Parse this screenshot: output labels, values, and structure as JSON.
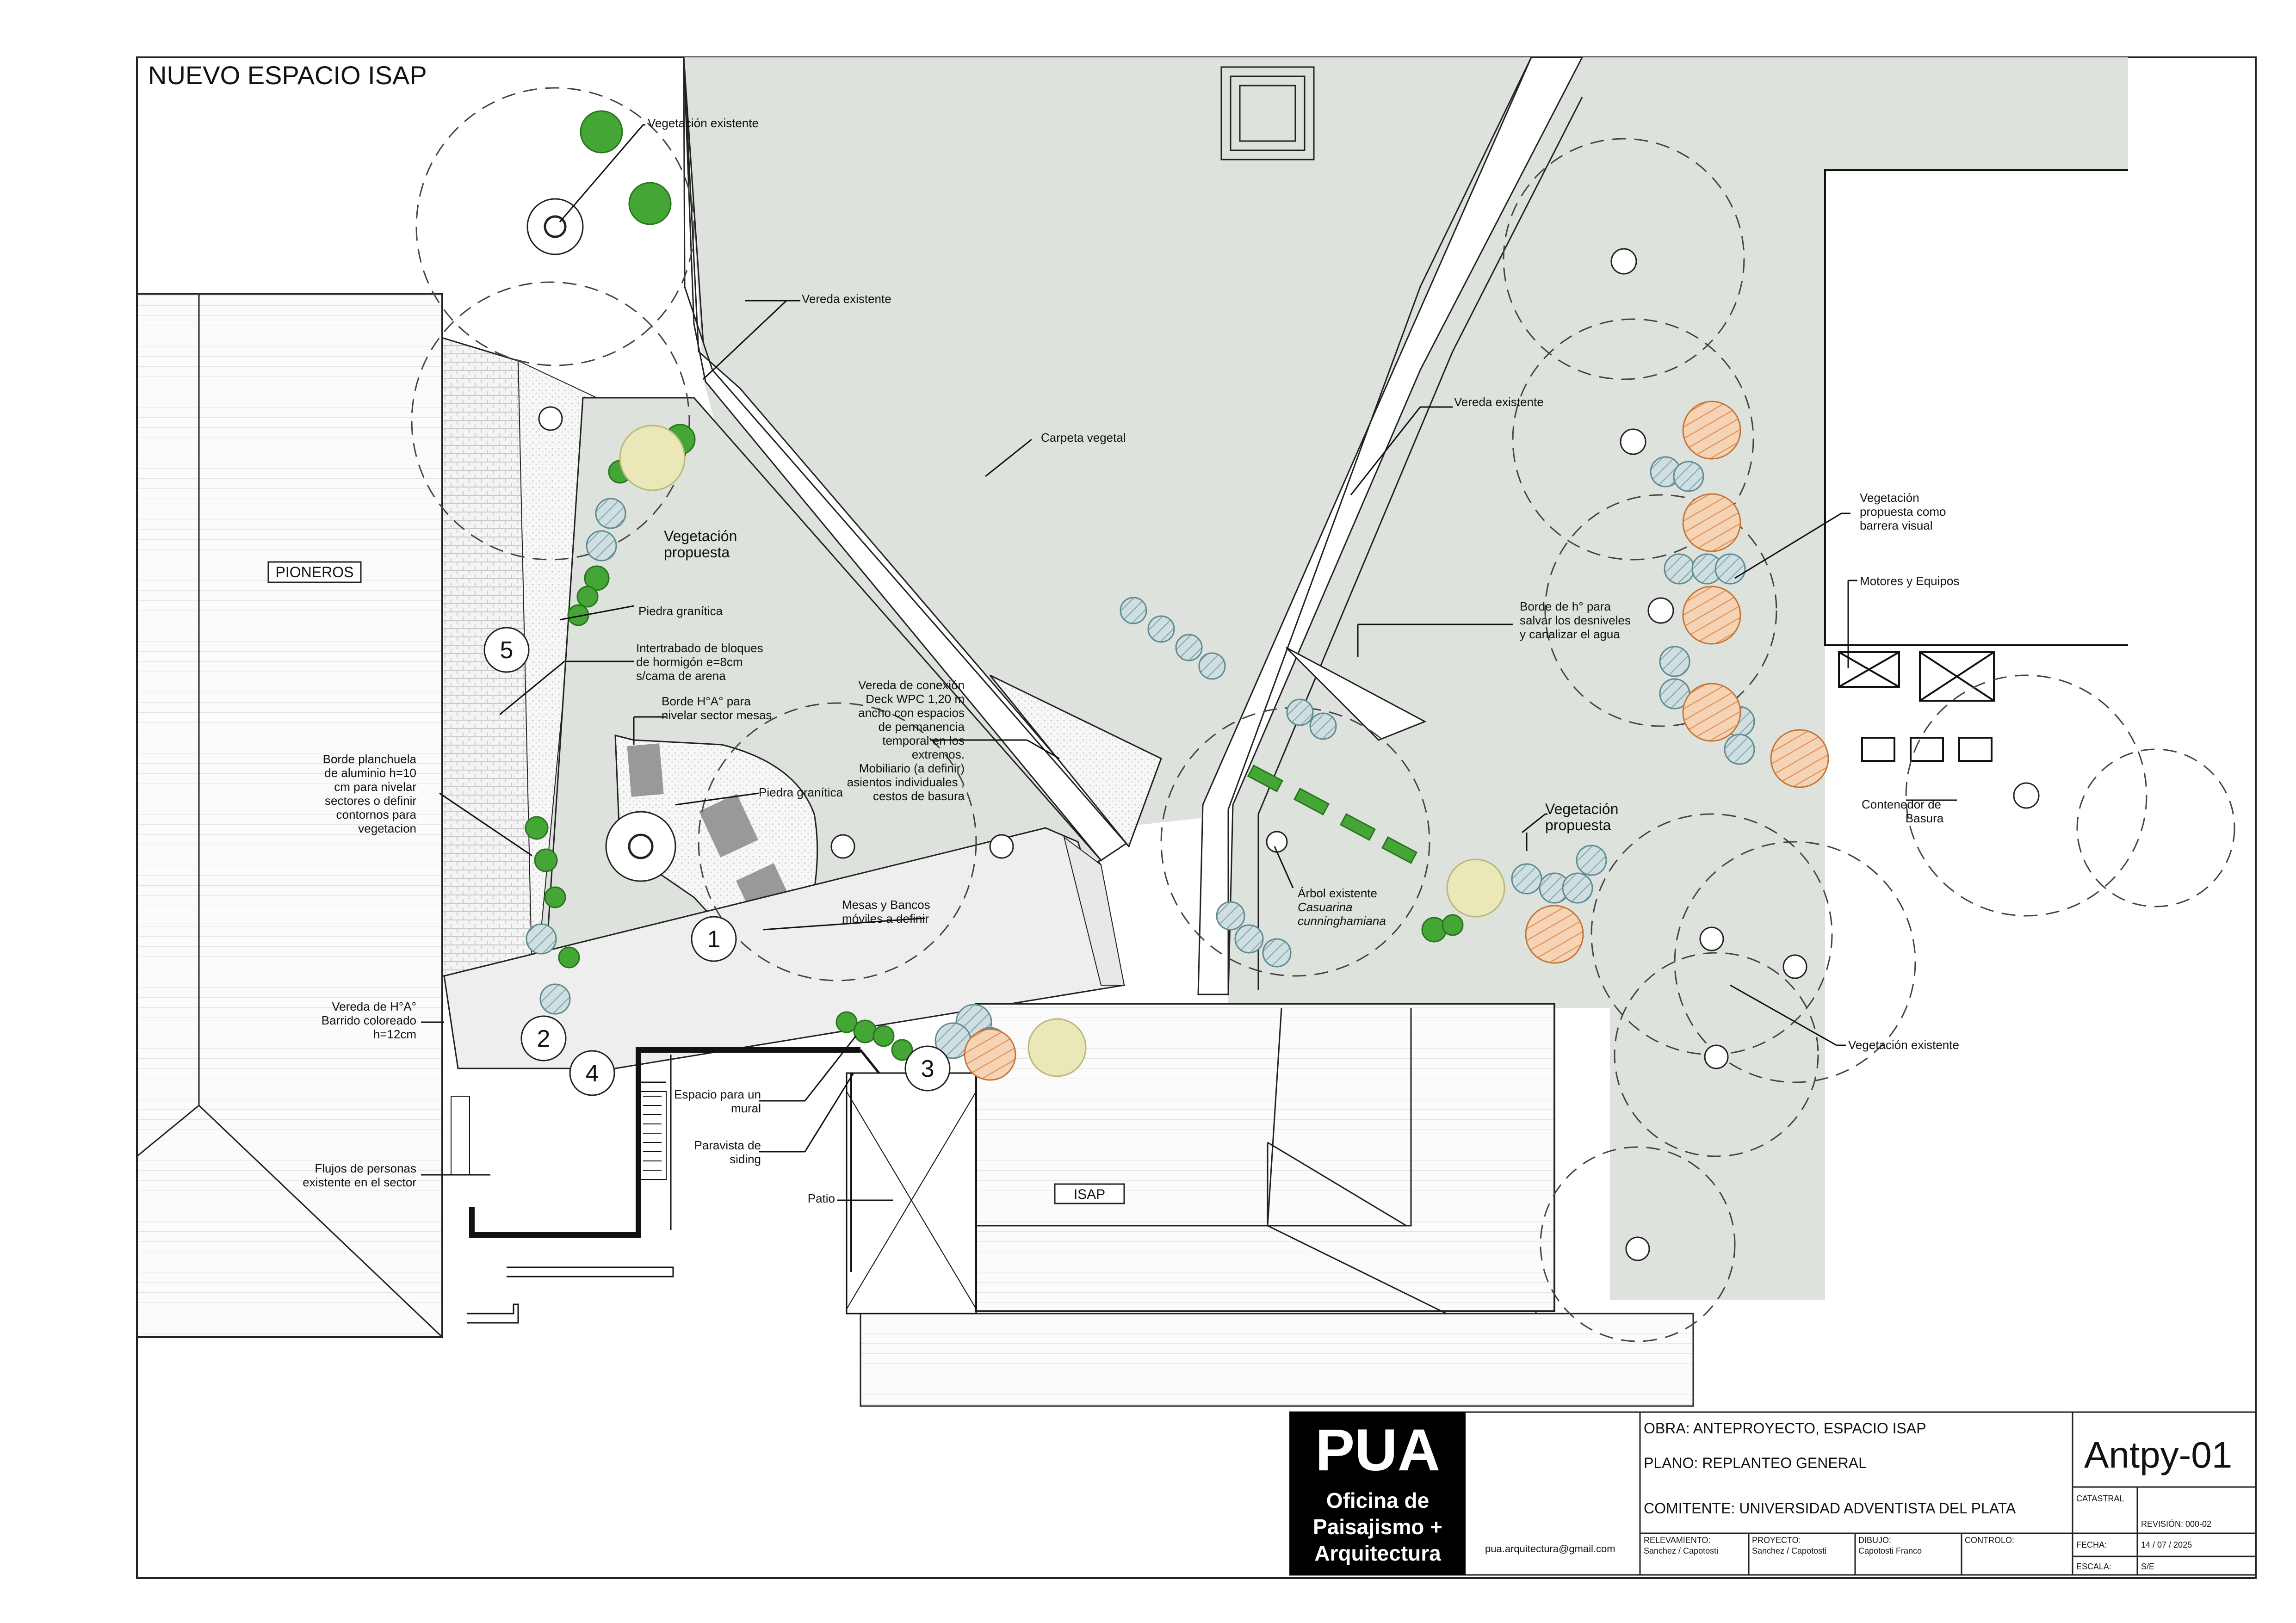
{
  "sheet_title": "NUEVO ESPACIO ISAP",
  "labels": {
    "vegetacion_existente_top": "Vegetación existente",
    "vereda_existente_1": "Vereda existente",
    "vereda_existente_2": "Vereda existente",
    "carpeta_vegetal": "Carpeta vegetal",
    "pioneros": "PIONEROS",
    "vegetacion_propuesta_1": [
      "Vegetación",
      "propuesta"
    ],
    "piedra_granitica_1": "Piedra granítica",
    "intertrabado": [
      "Intertrabado de bloques",
      "de hormigón e=8cm",
      "s/cama de arena"
    ],
    "borde_ha": [
      "Borde H°A° para",
      "nivelar sector mesas"
    ],
    "piedra_granitica_2": "Piedra granítica",
    "vereda_conexion": [
      "Vereda de conexión",
      "Deck WPC 1,20 m",
      "ancho con espacios",
      "de permanencia",
      "temporal en los",
      "extremos.",
      "Mobiliario (a definir)",
      "asientos individuales ,",
      "cestos de basura"
    ],
    "borde_planchuela": [
      "Borde planchuela",
      "de aluminio h=10",
      "cm para nivelar",
      "sectores o definir",
      "contornos para",
      "vegetacion"
    ],
    "mesas_bancos": [
      "Mesas y Bancos",
      "móviles a definir"
    ],
    "vereda_ha": [
      "Vereda de H°A°",
      "Barrido coloreado",
      "h=12cm"
    ],
    "espacio_mural": [
      "Espacio para un",
      "mural"
    ],
    "paravista": [
      "Paravista de",
      "siding"
    ],
    "flujos": [
      "Flujos de personas",
      "existente en el sector"
    ],
    "patio": "Patio",
    "isap": "ISAP",
    "borde_h": [
      "Borde de h° para",
      "salvar los desniveles",
      "y canalizar el agua"
    ],
    "vegetacion_barrera": [
      "Vegetación",
      "propuesta como",
      "barrera visual"
    ],
    "motores": "Motores y  Equipos",
    "contenedor": [
      "Contenedor  de",
      "Basura"
    ],
    "arbol_existente": [
      "Árbol existente",
      "Casuarina",
      "cunninghamiana"
    ],
    "vegetacion_propuesta_2": [
      "Vegetación",
      "propuesta"
    ],
    "vegetacion_existente_right": "Vegetación existente",
    "numbers": [
      "1",
      "2",
      "3",
      "4",
      "5"
    ]
  },
  "title_block": {
    "logo_main": "PUA",
    "logo_line1": "Oficina de",
    "logo_line2": "Paisajismo +",
    "logo_line3": "Arquitectura",
    "email": "pua.arquitectura@gmail.com",
    "obra": "OBRA: ANTEPROYECTO, ESPACIO ISAP",
    "plano": "PLANO: REPLANTEO GENERAL",
    "comitente": "COMITENTE: UNIVERSIDAD ADVENTISTA DEL PLATA",
    "relevamiento_label": "RELEVAMIENTO:",
    "relevamiento_value": "Sanchez / Capotosti",
    "proyecto_label": "PROYECTO:",
    "proyecto_value": "Sanchez / Capotosti",
    "dibujo_label": "DIBUJO:",
    "dibujo_value": "Capotosti Franco",
    "control_label": "CONTROLO:",
    "sheet_code": "Antpy-01",
    "catastral_label": "CATASTRAL",
    "revision": "REVISIÓN: 000-02",
    "fecha_label": "FECHA:",
    "fecha_value": "14 / 07 / 2025",
    "escala_label": "ESCALA:",
    "escala_value": "S/E"
  },
  "colors": {
    "lawn": "#dde3dc",
    "tree_green": "#43a635",
    "hatch_blue": "#8fb0b5",
    "hatch_orange": "#e0a070",
    "yellow_tree": "#e8e6b0"
  }
}
